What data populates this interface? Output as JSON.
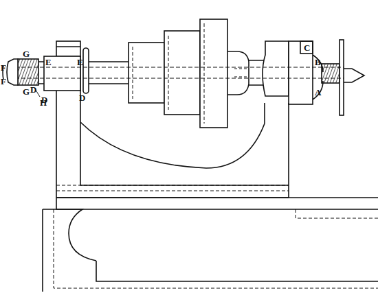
{
  "diagram": {
    "labels": [
      "G",
      "E",
      "D",
      "E",
      "F",
      "F",
      "G",
      "D",
      "H",
      "D",
      "C",
      "B",
      "A"
    ]
  }
}
